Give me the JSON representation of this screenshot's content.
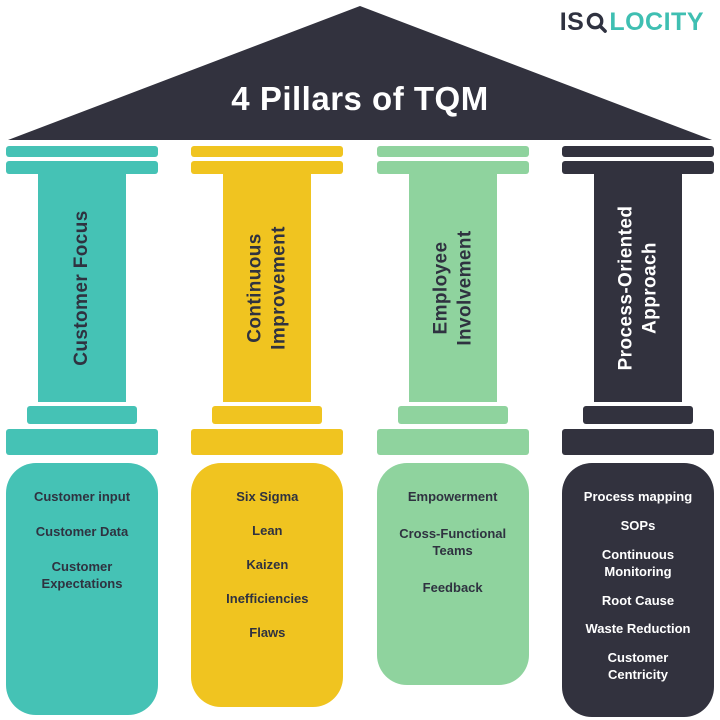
{
  "logo": {
    "prefix": "IS",
    "magnifier_icon": "magnifier-icon",
    "suffix": "LOCITY"
  },
  "roof": {
    "title": "4 Pillars of TQM"
  },
  "colors": {
    "teal": "#45C2B5",
    "yellow": "#F0C420",
    "green": "#8FD39E",
    "dark": "#32323E",
    "text_dark": "#2F3240",
    "text_light": "#FFFFFF"
  },
  "pillars": [
    {
      "label": "Customer Focus",
      "color": "#45C2B5",
      "label_color": "#2F3240",
      "item_color": "#2F3240",
      "items": [
        "Customer input",
        "Customer Data",
        "Customer Expectations"
      ]
    },
    {
      "label": "Continuous\nImprovement",
      "color": "#F0C420",
      "label_color": "#2F3240",
      "item_color": "#2F3240",
      "items": [
        "Six Sigma",
        "Lean",
        "Kaizen",
        "Inefficiencies",
        "Flaws"
      ]
    },
    {
      "label": "Employee\nInvolvement",
      "color": "#8FD39E",
      "label_color": "#2F3240",
      "item_color": "#2F3240",
      "items": [
        "Empowerment",
        "Cross-Functional Teams",
        "Feedback"
      ]
    },
    {
      "label": "Process-Oriented\nApproach",
      "color": "#32323E",
      "label_color": "#FFFFFF",
      "item_color": "#FFFFFF",
      "items": [
        "Process mapping",
        "SOPs",
        "Continuous Monitoring",
        "Root Cause",
        "Waste Reduction",
        "Customer Centricity"
      ]
    }
  ]
}
